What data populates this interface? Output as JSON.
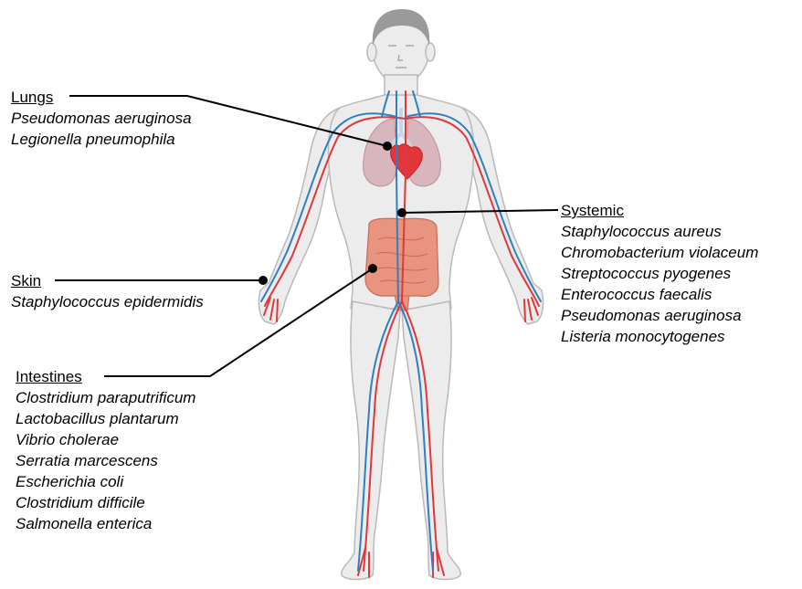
{
  "colors": {
    "artery": "#e0383c",
    "vein": "#2f7fc1",
    "skin": "#ececec",
    "outline": "#b9b9b9",
    "lungs": "#d8b6bd",
    "heart": "#e3353a",
    "intestine": "#e8947e",
    "hair": "#9a9a9a",
    "leader": "#000000"
  },
  "labels": {
    "lungs": {
      "title": "Lungs",
      "items": [
        "Pseudomonas aeruginosa",
        "Legionella pneumophila"
      ]
    },
    "skin": {
      "title": "Skin",
      "items": [
        "Staphylococcus epidermidis"
      ]
    },
    "intestines": {
      "title": "Intestines",
      "items": [
        "Clostridium paraputrificum",
        "Lactobacillus plantarum",
        "Vibrio cholerae",
        "Serratia marcescens",
        "Escherichia coli",
        "Clostridium difficile",
        "Salmonella enterica"
      ]
    },
    "systemic": {
      "title": "Systemic",
      "items": [
        "Staphylococcus aureus",
        "Chromobacterium violaceum",
        "Streptococcus pyogenes",
        "Enterococcus faecalis",
        "Pseudomonas aeruginosa",
        "Listeria monocytogenes"
      ]
    }
  }
}
